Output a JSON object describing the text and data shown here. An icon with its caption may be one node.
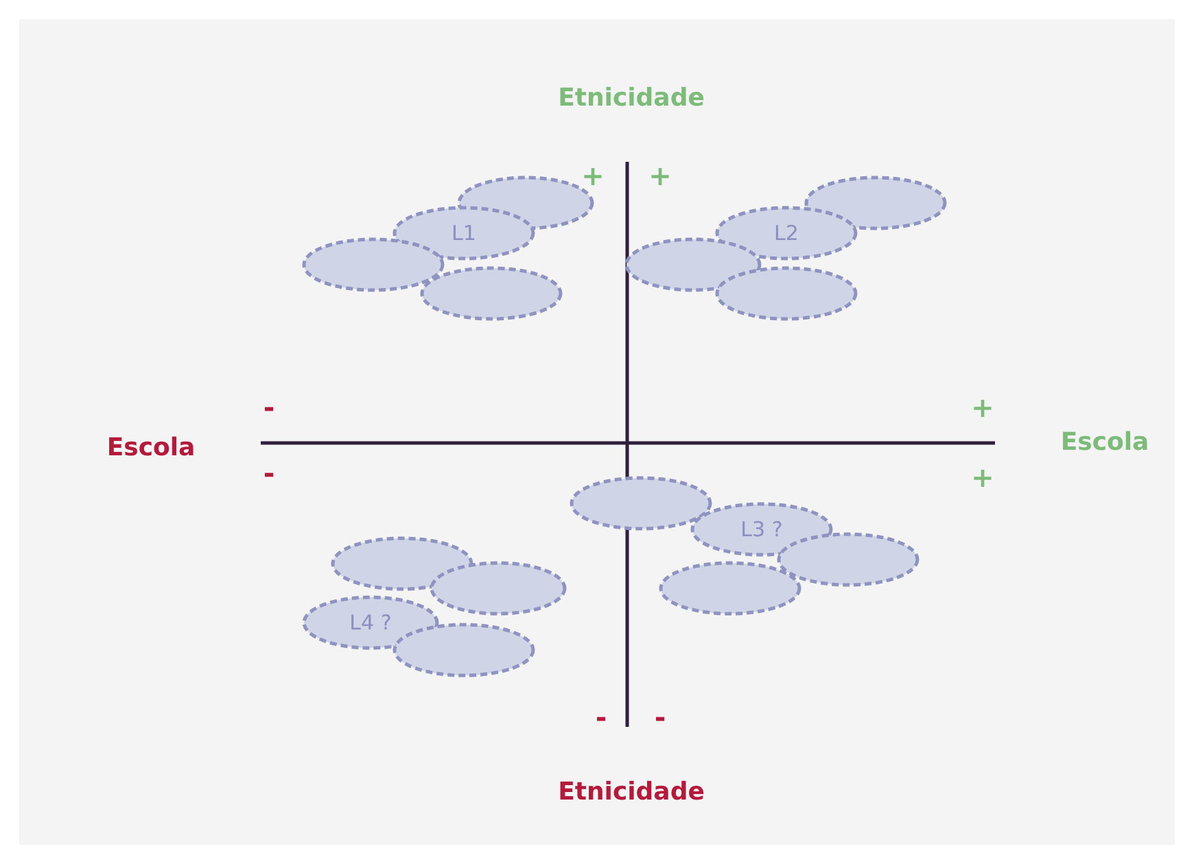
{
  "diagram": {
    "nodes": [
      {
        "text": [],
        "shape": "ellipse"
      },
      {
        "text": [
          "L1"
        ]
      },
      {
        "text": [],
        "shape": "ellipse"
      },
      {
        "text": [],
        "shape": "ellipse"
      },
      {
        "text": [],
        "shape": "ellipse"
      },
      {
        "text": [
          "L2"
        ]
      },
      {
        "text": [],
        "shape": "ellipse"
      },
      {
        "text": [],
        "shape": "ellipse"
      },
      {
        "text": [],
        "shape": "ellipse"
      },
      {
        "text": [
          "L3 ?"
        ]
      },
      {
        "text": [],
        "shape": "ellipse"
      },
      {
        "text": [],
        "shape": "ellipse"
      },
      {
        "text": [],
        "shape": "ellipse"
      },
      {
        "text": [],
        "shape": "ellipse"
      },
      {
        "text": [
          "L4 ?"
        ]
      },
      {
        "text": [],
        "shape": "ellipse"
      }
    ],
    "edges": [],
    "labels": [
      "Etnicidade",
      "+",
      "+",
      "-",
      "+",
      "Escola",
      "Escola",
      "-",
      "+",
      "-",
      "-",
      "Etnicidade"
    ]
  }
}
